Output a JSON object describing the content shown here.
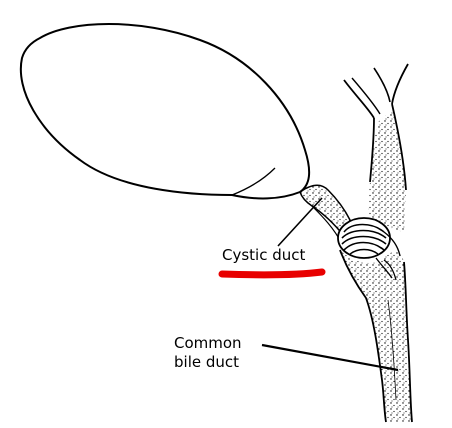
{
  "labels": {
    "cystic_duct": "Cystic duct",
    "common_bile_duct_line1": "Common",
    "common_bile_duct_line2": "bile duct"
  },
  "colors": {
    "ink": "#000000",
    "highlight": "#e80000",
    "background": "#ffffff"
  }
}
